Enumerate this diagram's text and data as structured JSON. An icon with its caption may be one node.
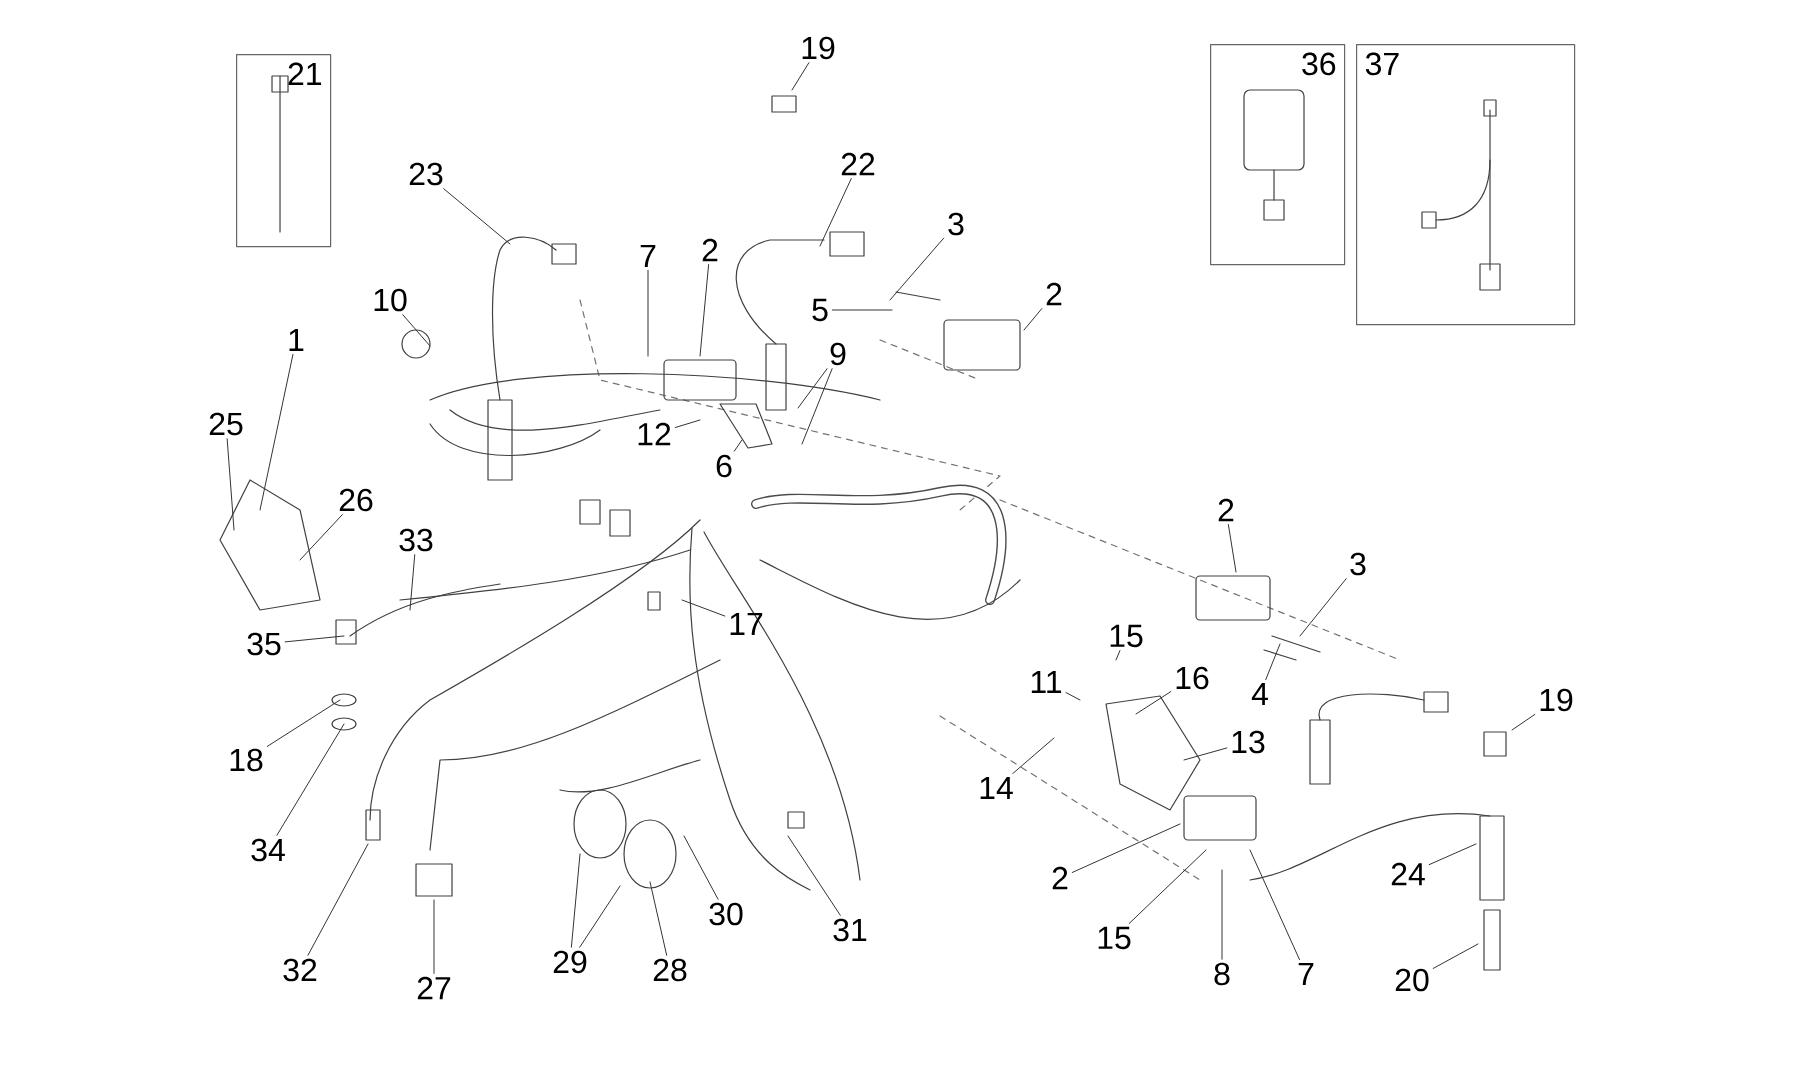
{
  "diagram": {
    "nodes": [
      {
        "text": [
          "21"
        ]
      },
      {
        "text": [
          "19"
        ]
      },
      {
        "text": [
          "36"
        ]
      },
      {
        "text": [
          "37"
        ]
      },
      {
        "text": [
          "23"
        ]
      },
      {
        "text": [
          "22"
        ]
      },
      {
        "text": [
          "3"
        ]
      },
      {
        "text": [
          "7"
        ]
      },
      {
        "text": [
          "2"
        ]
      },
      {
        "text": [
          "2"
        ]
      },
      {
        "text": [
          "10"
        ]
      },
      {
        "text": [
          "5"
        ]
      },
      {
        "text": [
          "9"
        ]
      },
      {
        "text": [
          "1"
        ]
      },
      {
        "text": [
          "12"
        ]
      },
      {
        "text": [
          "6"
        ]
      },
      {
        "text": [
          "25"
        ]
      },
      {
        "text": [
          "26"
        ]
      },
      {
        "text": [
          "2"
        ]
      },
      {
        "text": [
          "33"
        ]
      },
      {
        "text": [
          "3"
        ]
      },
      {
        "text": [
          "17"
        ]
      },
      {
        "text": [
          "15"
        ]
      },
      {
        "text": [
          "35"
        ]
      },
      {
        "text": [
          "16"
        ]
      },
      {
        "text": [
          "11"
        ]
      },
      {
        "text": [
          "4"
        ]
      },
      {
        "text": [
          "19"
        ]
      },
      {
        "text": [
          "13"
        ]
      },
      {
        "text": [
          "18"
        ]
      },
      {
        "text": [
          "14"
        ]
      },
      {
        "text": [
          "34"
        ]
      },
      {
        "text": [
          "2"
        ]
      },
      {
        "text": [
          "24"
        ]
      },
      {
        "text": [
          "30"
        ]
      },
      {
        "text": [
          "31"
        ]
      },
      {
        "text": [
          "15"
        ]
      },
      {
        "text": [
          "29"
        ]
      },
      {
        "text": [
          "28"
        ]
      },
      {
        "text": [
          "32"
        ]
      },
      {
        "text": [
          "7"
        ]
      },
      {
        "text": [
          "8"
        ]
      },
      {
        "text": [
          "20"
        ]
      },
      {
        "text": [
          "27"
        ]
      }
    ],
    "edges": [
      {
        "from": 1,
        "to": null,
        "arrow": "none"
      },
      {
        "from": 4,
        "to": null,
        "arrow": "none"
      },
      {
        "from": 5,
        "to": null,
        "arrow": "none"
      },
      {
        "from": 6,
        "to": null,
        "arrow": "none"
      },
      {
        "from": 7,
        "to": null,
        "arrow": "none"
      },
      {
        "from": 8,
        "to": null,
        "arrow": "none"
      },
      {
        "from": 9,
        "to": null,
        "arrow": "none"
      },
      {
        "from": 10,
        "to": null,
        "arrow": "none"
      },
      {
        "from": 11,
        "to": null,
        "arrow": "none"
      },
      {
        "from": 12,
        "to": null,
        "arrow": "none"
      },
      {
        "from": 12,
        "to": null,
        "arrow": "none"
      },
      {
        "from": 13,
        "to": null,
        "arrow": "none"
      },
      {
        "from": 14,
        "to": null,
        "arrow": "none"
      },
      {
        "from": 15,
        "to": null,
        "arrow": "none"
      },
      {
        "from": 16,
        "to": null,
        "arrow": "none"
      },
      {
        "from": 17,
        "to": null,
        "arrow": "none"
      },
      {
        "from": 18,
        "to": null,
        "arrow": "none"
      },
      {
        "from": 19,
        "to": null,
        "arrow": "none"
      },
      {
        "from": 20,
        "to": null,
        "arrow": "none"
      },
      {
        "from": 21,
        "to": null,
        "arrow": "none"
      },
      {
        "from": 22,
        "to": null,
        "arrow": "none"
      },
      {
        "from": 23,
        "to": null,
        "arrow": "none"
      },
      {
        "from": 24,
        "to": null,
        "arrow": "none"
      },
      {
        "from": 25,
        "to": null,
        "arrow": "none"
      },
      {
        "from": 26,
        "to": null,
        "arrow": "none"
      },
      {
        "from": 27,
        "to": null,
        "arrow": "none"
      },
      {
        "from": 28,
        "to": null,
        "arrow": "none"
      },
      {
        "from": 29,
        "to": null,
        "arrow": "none"
      },
      {
        "from": 30,
        "to": null,
        "arrow": "none"
      },
      {
        "from": 31,
        "to": null,
        "arrow": "none"
      },
      {
        "from": 32,
        "to": null,
        "arrow": "none"
      },
      {
        "from": 33,
        "to": null,
        "arrow": "none"
      },
      {
        "from": 34,
        "to": null,
        "arrow": "none"
      },
      {
        "from": 35,
        "to": null,
        "arrow": "none"
      },
      {
        "from": 36,
        "to": null,
        "arrow": "none"
      },
      {
        "from": 37,
        "to": null,
        "arrow": "none"
      },
      {
        "from": 37,
        "to": null,
        "arrow": "none"
      },
      {
        "from": 38,
        "to": null,
        "arrow": "none"
      },
      {
        "from": 39,
        "to": null,
        "arrow": "none"
      },
      {
        "from": 40,
        "to": null,
        "arrow": "none"
      },
      {
        "from": 41,
        "to": null,
        "arrow": "none"
      },
      {
        "from": 42,
        "to": null,
        "arrow": "none"
      },
      {
        "from": 43,
        "to": null,
        "arrow": "none"
      }
    ]
  }
}
